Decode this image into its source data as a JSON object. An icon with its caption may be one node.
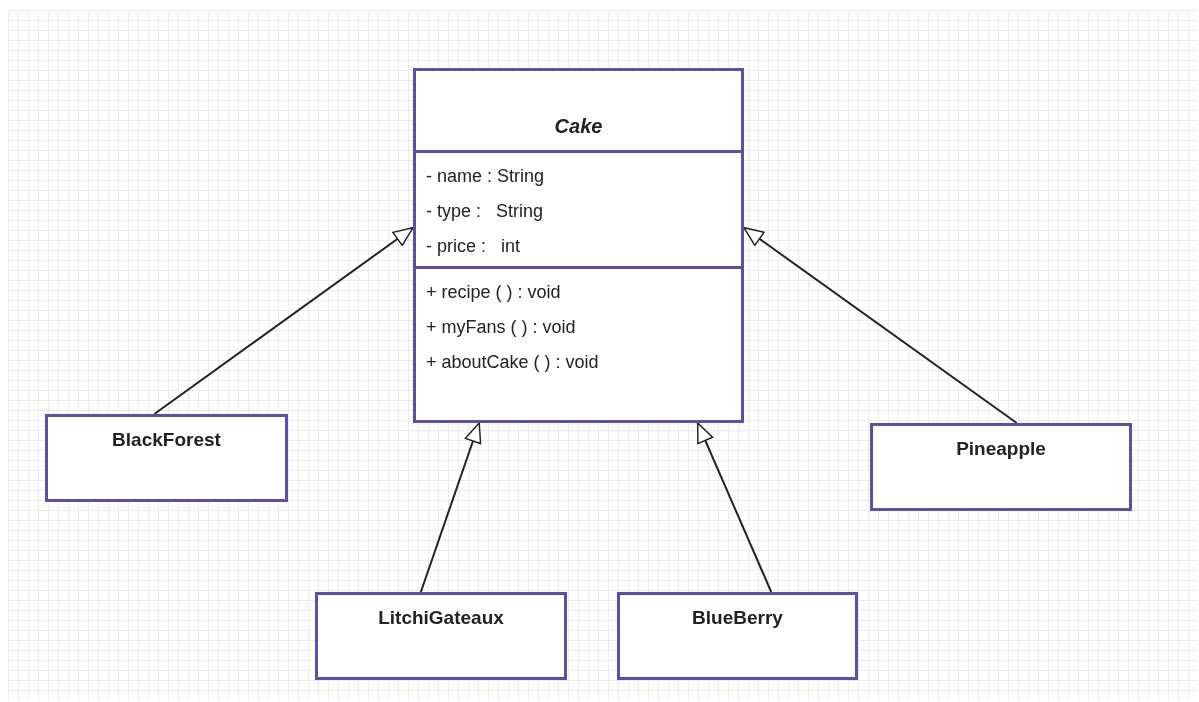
{
  "diagram": {
    "nodes": [
      {
        "text": [
          "Cake",
          "- name : String",
          "- type :   String",
          "- price :   int",
          "+ recipe ( ) : void",
          "+ myFans ( ) : void",
          "+ aboutCake ( ) : void"
        ]
      },
      {
        "text": [
          "BlackForest"
        ]
      },
      {
        "text": [
          "Pineapple"
        ]
      },
      {
        "text": [
          "LitchiGateaux"
        ]
      },
      {
        "text": [
          "BlueBerry"
        ]
      }
    ],
    "edges": [
      {
        "from": 1,
        "to": 0,
        "arrow": "to"
      },
      {
        "from": 2,
        "to": 0,
        "arrow": "to"
      },
      {
        "from": 3,
        "to": 0,
        "arrow": "to"
      },
      {
        "from": 4,
        "to": 0,
        "arrow": "to"
      }
    ]
  }
}
